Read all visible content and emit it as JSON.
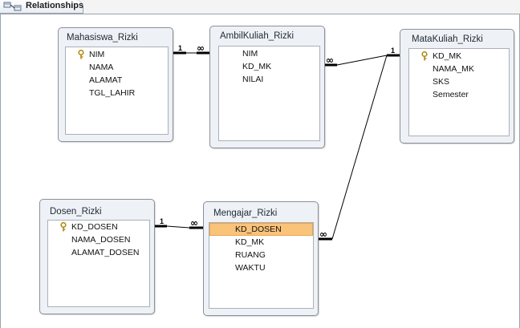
{
  "tab": {
    "label": "Relationships",
    "icon": "relationships-icon"
  },
  "tables": {
    "mahasiswa": {
      "title": "Mahasiswa_Rizki",
      "fields": [
        "NIM",
        "NAMA",
        "ALAMAT",
        "TGL_LAHIR"
      ],
      "key_field": "NIM"
    },
    "ambilkuliah": {
      "title": "AmbilKuliah_Rizki",
      "fields": [
        "NIM",
        "KD_MK",
        "NILAI"
      ]
    },
    "matakuliah": {
      "title": "MataKuliah_Rizki",
      "fields": [
        "KD_MK",
        "NAMA_MK",
        "SKS",
        "Semester"
      ],
      "key_field": "KD_MK"
    },
    "dosen": {
      "title": "Dosen_Rizki",
      "fields": [
        "KD_DOSEN",
        "NAMA_DOSEN",
        "ALAMAT_DOSEN"
      ],
      "key_field": "KD_DOSEN"
    },
    "mengajar": {
      "title": "Mengajar_Rizki",
      "fields": [
        "KD_DOSEN",
        "KD_MK",
        "RUANG",
        "WAKTU"
      ],
      "selected_field": "KD_DOSEN"
    }
  },
  "relationships": [
    {
      "from": "Mahasiswa_Rizki",
      "to": "AmbilKuliah_Rizki",
      "one_label": "1",
      "many_label": "∞"
    },
    {
      "from": "MataKuliah_Rizki",
      "to": "AmbilKuliah_Rizki",
      "one_label": "1",
      "many_label": "∞"
    },
    {
      "from": "Dosen_Rizki",
      "to": "Mengajar_Rizki",
      "one_label": "1",
      "many_label": "∞"
    },
    {
      "from": "MataKuliah_Rizki",
      "to": "Mengajar_Rizki",
      "one_label": "1",
      "many_label": "∞"
    }
  ],
  "colors": {
    "selected_row": "#fac37a",
    "window_bg": "#eef1f5",
    "key_icon": "#c9a227"
  }
}
